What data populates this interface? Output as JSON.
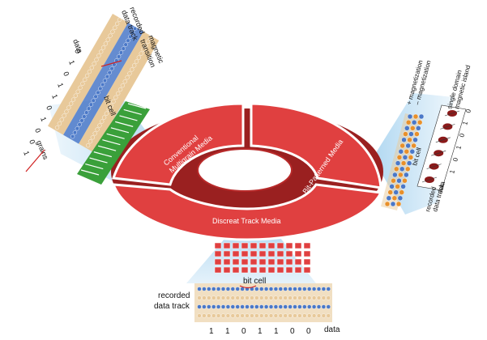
{
  "disc": {
    "segments": [
      {
        "id": "conventional",
        "label_line1": "Conventional",
        "label_line2": "Multigrain Media"
      },
      {
        "id": "patterned",
        "label_line1": "Bit-Patterned Media",
        "label_line2": ""
      },
      {
        "id": "discrete",
        "label_line1": "Discreat Track Media",
        "label_line2": ""
      }
    ],
    "colors": {
      "segment": "#e04040",
      "segment_dark": "#b82a2a",
      "blue_cone": "#bfe0f5"
    }
  },
  "left_panel": {
    "data_label": "data",
    "data_digits": [
      "0",
      "1",
      "0",
      "1",
      "1",
      "0",
      "1",
      "0",
      "0",
      "1"
    ],
    "recorded_line1": "recorded",
    "recorded_line2": "data track",
    "magnetic_line1": "magnetic",
    "magnetic_line2": "transition",
    "bit_cell": "bit cell",
    "grains": "grains"
  },
  "right_panel": {
    "plus_line1": "+ magnetization",
    "minus_line1": "– magnetization",
    "single_line1": "single domain",
    "single_line2": "magnetic island",
    "bit_cell": "bit cell",
    "data_label": "data",
    "data_digits": [
      "1",
      "0",
      "1",
      "0",
      "1",
      "0"
    ],
    "recorded_line1": "recorded",
    "recorded_line2": "data track"
  },
  "bottom_panel": {
    "bit_cell": "bit cell",
    "recorded_line1": "recorded",
    "recorded_line2": "data track",
    "data_digits": [
      "1",
      "1",
      "0",
      "1",
      "1",
      "0",
      "0"
    ],
    "data_label": "data"
  },
  "colors": {
    "blue_grain": "#4a78c8",
    "tan_grain": "#e8c99a",
    "green_track": "#3aa03a",
    "orange_grain": "#e8902a",
    "brown_island": "#8b1a1a"
  }
}
